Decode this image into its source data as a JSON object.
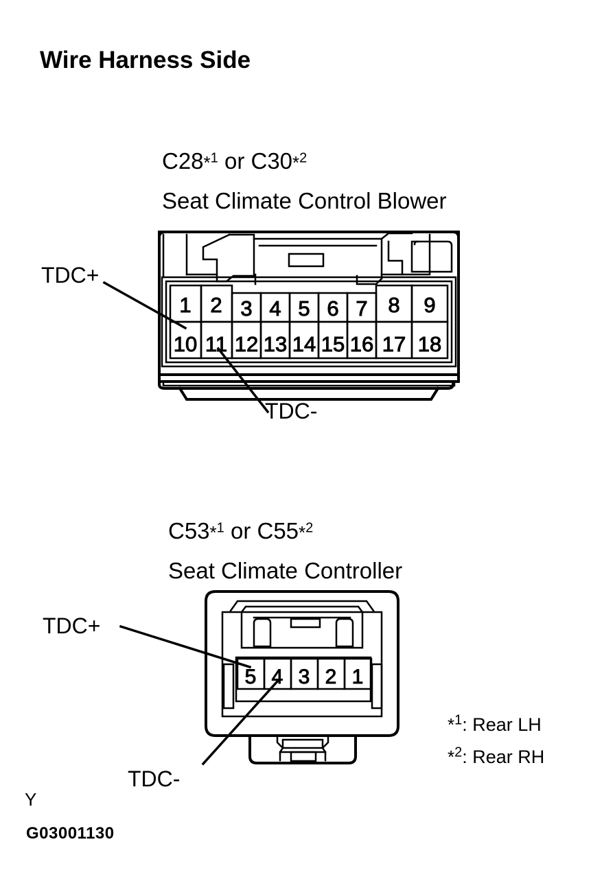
{
  "page": {
    "title": "Wire Harness Side",
    "figure_id": "G03001130",
    "corner_mark": "Y",
    "background_color": "#ffffff",
    "line_color": "#000000"
  },
  "connectors": [
    {
      "id": "connector-top",
      "code_line": {
        "first_code": "C28",
        "first_sup": "*1",
        "conjunction": " or ",
        "second_code": "C30",
        "second_sup": "*2"
      },
      "name": "Seat Climate Control Blower",
      "pin_count": 18,
      "rows": [
        [
          "1",
          "2",
          "3",
          "4",
          "5",
          "6",
          "7",
          "8",
          "9"
        ],
        [
          "10",
          "11",
          "12",
          "13",
          "14",
          "15",
          "16",
          "17",
          "18"
        ]
      ],
      "callouts": [
        {
          "label": "TDC+",
          "target_pin": "10"
        },
        {
          "label": "TDC-",
          "target_pin": "11"
        }
      ]
    },
    {
      "id": "connector-bottom",
      "code_line": {
        "first_code": "C53",
        "first_sup": "*1",
        "conjunction": " or ",
        "second_code": "C55",
        "second_sup": "*2"
      },
      "name": "Seat Climate Controller",
      "pin_count": 5,
      "rows": [
        [
          "5",
          "4",
          "3",
          "2",
          "1"
        ]
      ],
      "callouts": [
        {
          "label": "TDC+",
          "target_pin": "5"
        },
        {
          "label": "TDC-",
          "target_pin": "4"
        }
      ]
    }
  ],
  "footnotes": [
    {
      "marker": "*",
      "sup": "1",
      "text": ": Rear LH"
    },
    {
      "marker": "*",
      "sup": "2",
      "text": ": Rear RH"
    }
  ]
}
